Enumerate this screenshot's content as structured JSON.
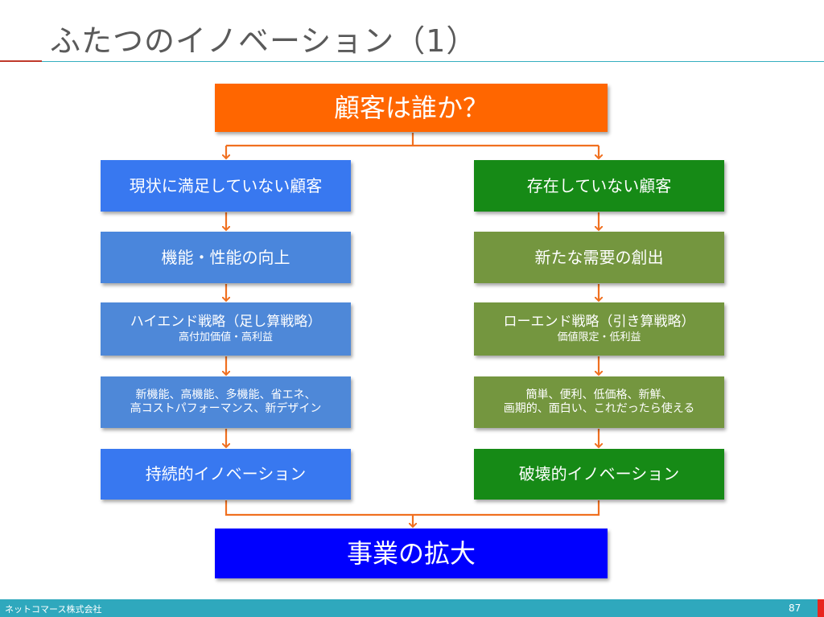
{
  "slide": {
    "title": "ふたつのイノベーション（1）",
    "company": "ネットコマース株式会社",
    "page_number": "87"
  },
  "diagram": {
    "root": "顧客は誰か？",
    "left": {
      "customer": "現状に満足していない顧客",
      "approach": "機能・性能の向上",
      "strategy": "ハイエンド戦略（足し算戦略）",
      "strategy_sub": "高付加価値・高利益",
      "examples_line1": "新機能、高機能、多機能、省エネ、",
      "examples_line2": "高コストパフォーマンス、新デザイン",
      "innovation": "持続的イノベーション"
    },
    "right": {
      "customer": "存在していない顧客",
      "approach": "新たな需要の創出",
      "strategy": "ローエンド戦略（引き算戦略）",
      "strategy_sub": "価値限定・低利益",
      "examples_line1": "簡単、便利、低価格、新鮮、",
      "examples_line2": "画期的、面白い、これだったら使える",
      "innovation": "破壊的イノベーション"
    },
    "result": "事業の拡大"
  },
  "colors": {
    "root": "#ff6600",
    "result": "#0000ff",
    "left_branch": "#4a86dc",
    "right_branch": "#74963f",
    "connector": "#f07020",
    "accent_line": "#35aec0"
  }
}
